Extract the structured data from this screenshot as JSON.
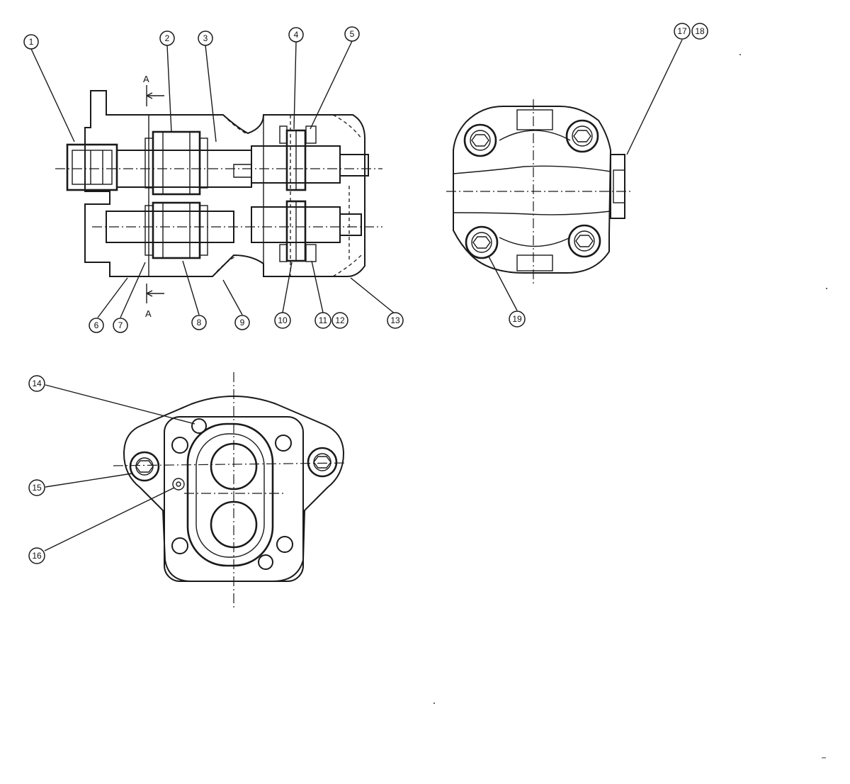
{
  "section_marker": "A",
  "callouts": {
    "c1": "1",
    "c2": "2",
    "c3": "3",
    "c4": "4",
    "c5": "5",
    "c6": "6",
    "c7": "7",
    "c8": "8",
    "c9": "9",
    "c10": "10",
    "c11": "11",
    "c12": "12",
    "c13": "13",
    "c14": "14",
    "c15": "15",
    "c16": "16",
    "c17": "17",
    "c18": "18",
    "c19": "19"
  }
}
